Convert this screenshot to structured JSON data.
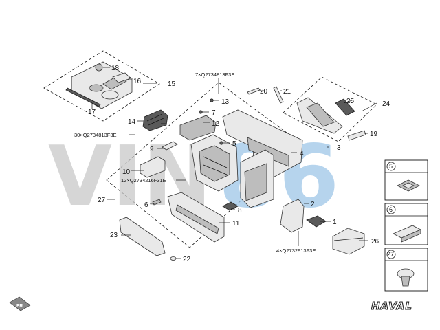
{
  "callouts": {
    "c1": "1",
    "c2": "2",
    "c3": "3",
    "c4": "4",
    "c5": "5",
    "c6": "6",
    "c7": "7",
    "c8": "8",
    "c9": "9",
    "c10": "10",
    "c11": "11",
    "c12": "12",
    "c13": "13",
    "c14": "14",
    "c15": "15",
    "c16": "16",
    "c17": "17",
    "c18": "18",
    "c19": "19",
    "c20": "20",
    "c21": "21",
    "c22": "22",
    "c23": "23",
    "c24": "24",
    "c25": "25",
    "c26": "26",
    "c27": "27"
  },
  "fastener_notes": {
    "top": "7×Q2734813F3E",
    "left": "30×Q2734813F3E",
    "mid": "12×Q2734216F31E",
    "bottom": "4×Q2732913F3E"
  },
  "insets": [
    {
      "number": "5",
      "icon": "clip-nut-icon"
    },
    {
      "number": "6",
      "icon": "clip-bracket-icon"
    },
    {
      "number": "27",
      "icon": "push-rivet-icon"
    }
  ],
  "watermark": {
    "text_vin": "VIN",
    "text_num": "86",
    "color_vin": "#c9c9c9",
    "color_num": "#9ec6e8"
  },
  "brand_logo": "HAVAL",
  "direction_marker": "FR"
}
